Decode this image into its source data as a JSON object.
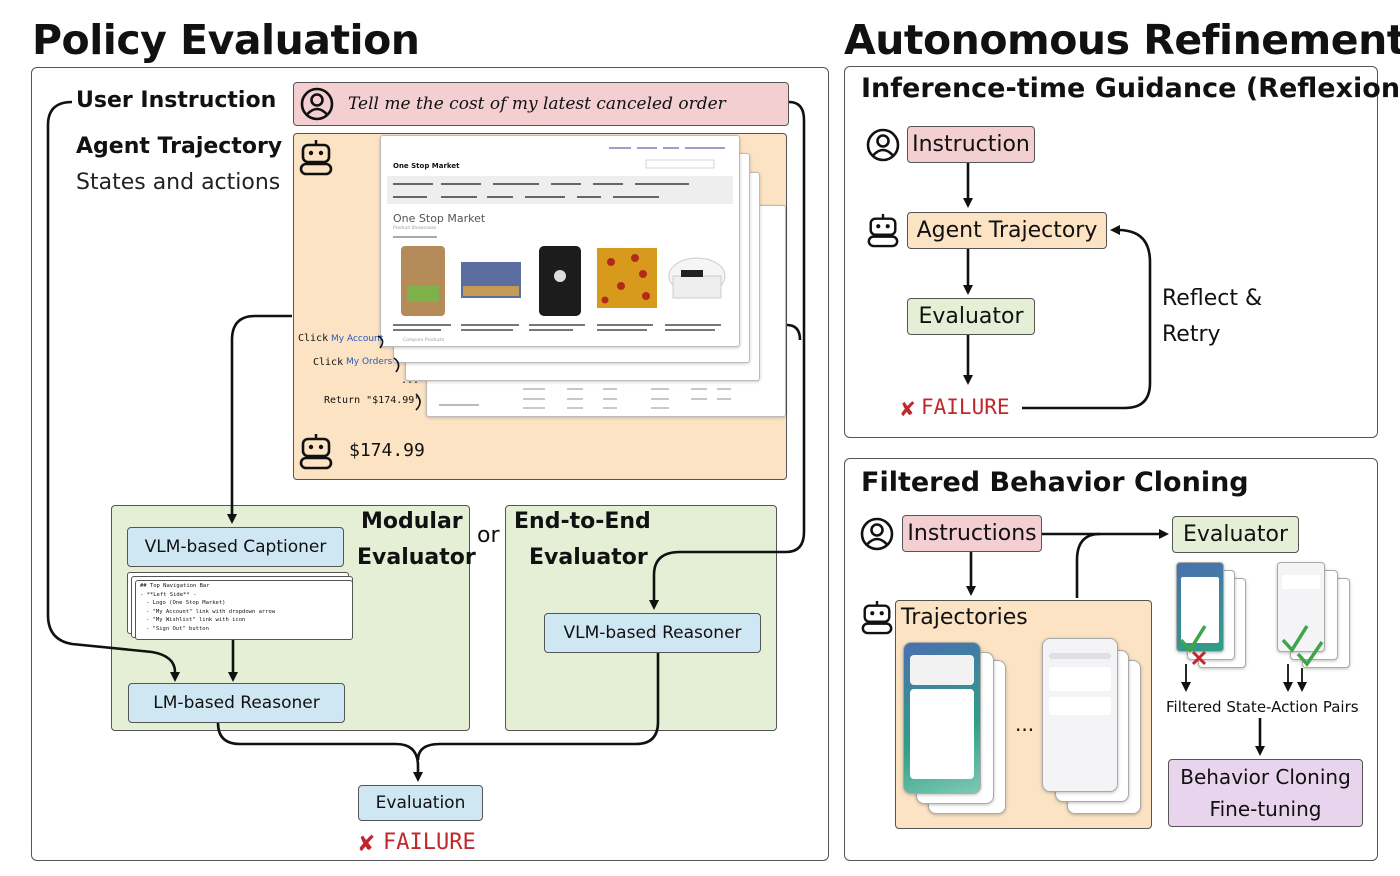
{
  "left": {
    "title": "Policy Evaluation",
    "user_instruction_label": "User Instruction",
    "instruction_text": "Tell me the cost of my latest canceled order",
    "trajectory_label": "Agent Trajectory",
    "trajectory_sub": "States and actions",
    "actions": [
      "Click",
      "My Account",
      "Click",
      "My Orders",
      "...",
      "Return \"$174.99\""
    ],
    "answer": "$174.99",
    "store": {
      "name": "One Stop Market",
      "logo": "One Stop Market",
      "showcase": "Product Showcases",
      "compare": "Compare Products"
    },
    "modular": {
      "title_line1": "Modular",
      "title_line2": "Evaluator",
      "captioner": "VLM-based Captioner",
      "reasoner": "LM-based Reasoner"
    },
    "caption_lines": [
      "## Top Navigation Bar",
      "- **Left Side** -",
      "- Logo (One Stop Market)",
      "- \"My Account\" link with dropdown arrow",
      "- \"My Wishlist\" link with icon",
      "- \"Sign Out\" button"
    ],
    "or": "or",
    "e2e": {
      "title_line1": "End-to-End",
      "title_line2": "Evaluator",
      "reasoner": "VLM-based Reasoner"
    },
    "evaluation": "Evaluation",
    "failure": "FAILURE",
    "failure_mark": "✘"
  },
  "right": {
    "title": "Autonomous Refinement",
    "reflexion": {
      "title": "Inference-time Guidance (Reflexion)",
      "instruction": "Instruction",
      "trajectory": "Agent Trajectory",
      "evaluator": "Evaluator",
      "retry_line1": "Reflect &",
      "retry_line2": "Retry",
      "failure": "FAILURE",
      "failure_mark": "✘"
    },
    "fbc": {
      "title": "Filtered Behavior Cloning",
      "instructions": "Instructions",
      "evaluator": "Evaluator",
      "trajectories": "Trajectories",
      "ellipsis": "...",
      "filtered": "Filtered State-Action Pairs",
      "bc_line1": "Behavior Cloning",
      "bc_line2": "Fine-tuning"
    }
  },
  "colors": {
    "blue": "#cfe6f3",
    "green": "#e4efd6",
    "pink": "#f3cfd2",
    "peach": "#fbe3c4",
    "violet": "#e9d4ee",
    "failure": "#c0282d",
    "check": "#3fa54a"
  },
  "icons": [
    "user-icon",
    "robot-icon",
    "check-icon",
    "cross-icon"
  ]
}
